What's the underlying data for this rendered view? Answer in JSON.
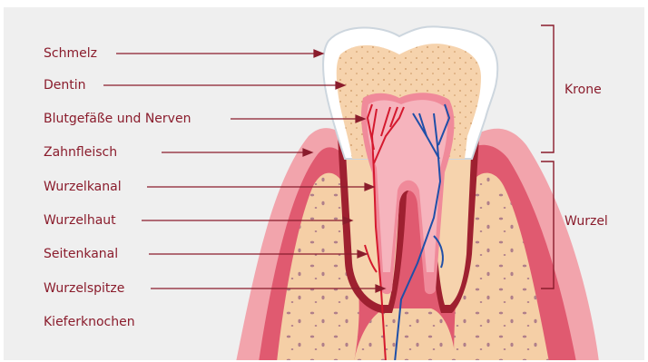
{
  "colors": {
    "label": "#8a1c2c",
    "enamel": "#ffffff",
    "dentin": "#f6d3ad",
    "pulp": "#f08a9a",
    "gum": "#e25b73",
    "bone": "#f5cfa6",
    "artery": "#d4192e",
    "vein": "#1f4fa8",
    "background": "#efefef"
  },
  "labels": [
    {
      "key": "schmelz",
      "text": "Schmelz"
    },
    {
      "key": "dentin",
      "text": "Dentin"
    },
    {
      "key": "blutgefaesse",
      "text": "Blutgefäße und Nerven"
    },
    {
      "key": "zahnfleisch",
      "text": "Zahnfleisch"
    },
    {
      "key": "wurzelkanal",
      "text": "Wurzelkanal"
    },
    {
      "key": "wurzelhaut",
      "text": "Wurzelhaut"
    },
    {
      "key": "seitenkanal",
      "text": "Seitenkanal"
    },
    {
      "key": "wurzelspitze",
      "text": "Wurzelspitze"
    },
    {
      "key": "kieferknochen",
      "text": "Kieferknochen"
    }
  ],
  "sections": {
    "krone": "Krone",
    "wurzel": "Wurzel"
  }
}
